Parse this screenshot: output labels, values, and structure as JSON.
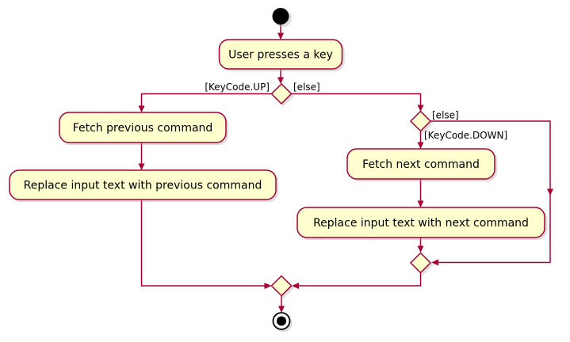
{
  "diagram_type": "activity-flowchart",
  "colors": {
    "background": "#FFFFFF",
    "node_fill": "#FEFECE",
    "node_border": "#A80036",
    "edge": "#A80036",
    "label_text": "#000000",
    "terminal": "#000000",
    "shadow": "#A9A9A9"
  },
  "activities": {
    "user_presses_a_key": {
      "label": "User presses a key"
    },
    "fetch_previous_command": {
      "label": "Fetch previous command"
    },
    "replace_input_previous": {
      "label": "Replace input text with previous command"
    },
    "fetch_next_command": {
      "label": "Fetch next command"
    },
    "replace_input_next": {
      "label": "Replace input text with next command"
    }
  },
  "edge_labels": {
    "keycode_up": "[KeyCode.UP]",
    "else_first": "[else]",
    "else_second": "[else]",
    "keycode_down": "[KeyCode.DOWN]"
  },
  "icons": {
    "start": "initial-state-icon",
    "end": "final-state-icon",
    "decision": "diamond-decision-icon"
  }
}
